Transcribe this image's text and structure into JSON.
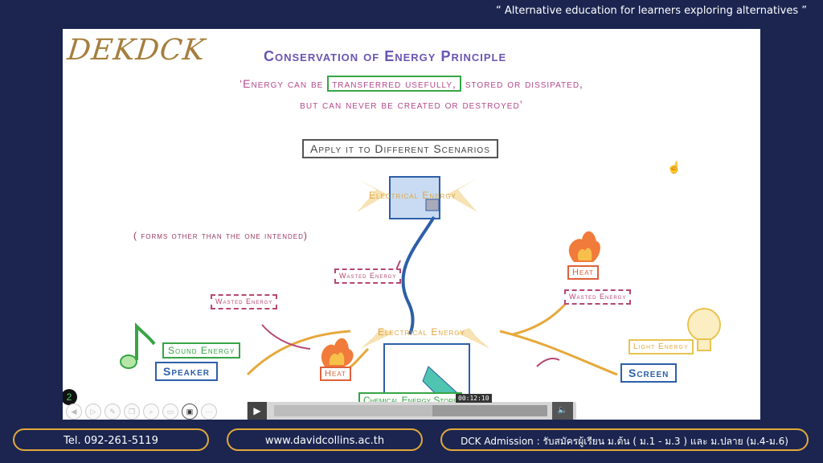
{
  "tagline": "“ Alternative education for learners exploring alternatives ”",
  "slide": {
    "logo": "DEKDCK",
    "title": "Conservation of Energy Principle",
    "quote": {
      "line1_before": "‘Energy can be",
      "line1_boxed": "transferred usefully,",
      "line1_after": "stored or dissipated,",
      "line2": "but can never be created or destroyed’"
    },
    "scenario_button": "Apply it to Different Scenarios",
    "forms_note": "( forms other than the one intended)",
    "labels": {
      "electrical_energy_top": "Electrical Energy",
      "electrical_energy_center": "Electrical Energy",
      "wasted_energy_1": "Wasted Energy",
      "wasted_energy_2": "Wasted Energy",
      "wasted_energy_3": "Wasted Energy",
      "heat_right": "Heat",
      "heat_center": "Heat",
      "sound_energy": "Sound Energy",
      "speaker": "Speaker",
      "light_energy": "Light Energy",
      "screen": "Screen",
      "chemical_store": "Chemical Energy Store"
    },
    "badge": "2",
    "player": {
      "play_icon": "play-icon",
      "timecode": "00:12:10",
      "volume_icon": "volume-icon",
      "progress": 0.58
    },
    "toolbar_icons": [
      "back-icon",
      "play-circle-icon",
      "pen-icon",
      "copy-icon",
      "zoom-icon",
      "layout-icon",
      "camera-icon",
      "more-icon"
    ]
  },
  "footer": {
    "phone": "Tel. 092-261-5119",
    "website": "www.davidcollins.ac.th",
    "admission": "DCK Admission : รับสมัครผู้เรียน ม.ต้น ( ม.1 - ม.3 ) และ ม.ปลาย (ม.4-ม.6)"
  },
  "colors": {
    "background": "#1b2550",
    "footer_border": "#e2a93a",
    "logo": "#a57f3e",
    "title": "#6a55b2",
    "quote": "#b5498d"
  }
}
